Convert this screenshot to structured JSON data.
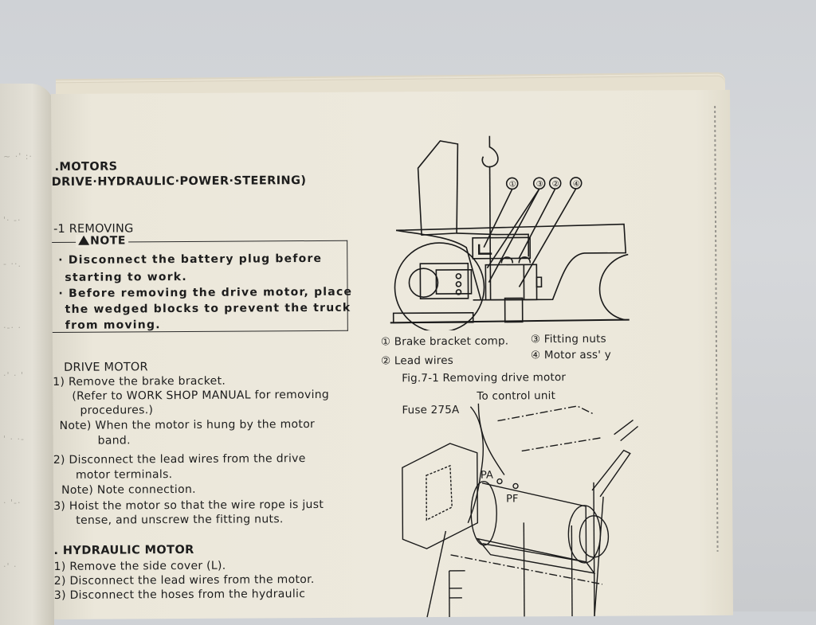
{
  "document": {
    "section_title_line1": ".MOTORS",
    "section_title_line2": "DRIVE·HYDRAULIC·POWER·STEERING)",
    "subsection": "-1 REMOVING",
    "note": {
      "title": "NOTE",
      "icon": "warning-triangle-icon",
      "items": [
        {
          "line1": "· Disconnect   the   battery   plug   before",
          "line2": "starting to work."
        },
        {
          "line1": "· Before removing the drive motor, place",
          "line2": "the wedged blocks to prevent the truck",
          "line3": "from moving."
        }
      ]
    },
    "drive_motor": {
      "heading": "DRIVE MOTOR",
      "lines": [
        "1) Remove the brake bracket.",
        "(Refer to WORK SHOP MANUAL  for removing",
        "procedures.)",
        "Note) When the motor is hung by the motor",
        "band.",
        "2) Disconnect  the  lead  wires  from  the  drive",
        "motor terminals.",
        "Note) Note connection.",
        "3) Hoist the motor so that the wire rope is just",
        "tense, and unscrew the fitting nuts."
      ]
    },
    "hydraulic_motor": {
      "heading": ". HYDRAULIC MOTOR",
      "lines": [
        "1) Remove the side cover (L).",
        "2) Disconnect the lead wires from the motor.",
        "3) Disconnect   the   hoses   from   the   hydraulic"
      ]
    },
    "figure_7_1": {
      "legend": [
        {
          "num": "①",
          "label": "Brake bracket comp."
        },
        {
          "num": "②",
          "label": "Lead wires"
        },
        {
          "num": "③",
          "label": "Fitting nuts"
        },
        {
          "num": "④",
          "label": "Motor ass' y"
        }
      ],
      "callouts": [
        "①",
        "③",
        "②",
        "④"
      ],
      "caption": "Fig.7-1 Removing drive motor"
    },
    "figure_7_2": {
      "labels": {
        "fuse": "Fuse 275A",
        "control": "To control unit",
        "pa": "PA",
        "pf": "PF"
      }
    }
  }
}
